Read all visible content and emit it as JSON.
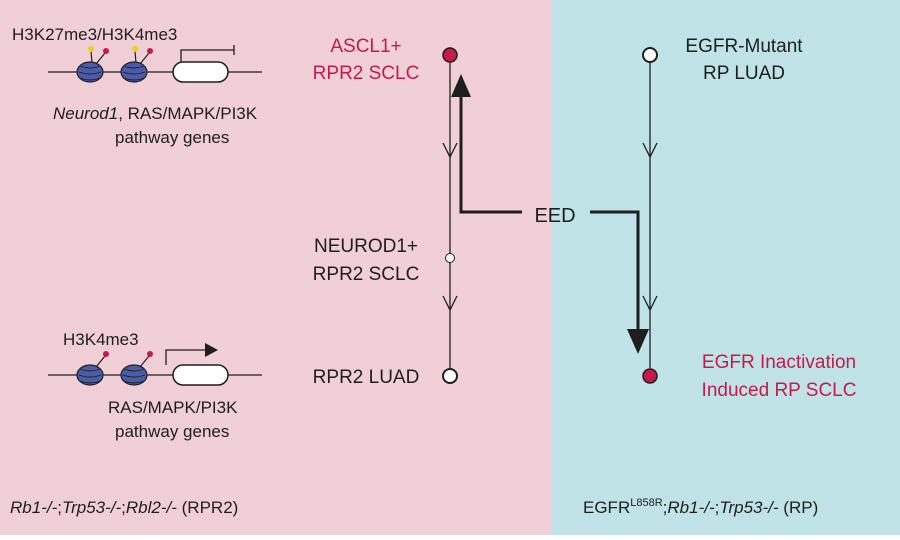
{
  "colors": {
    "left_panel": "#F0CFD6",
    "right_panel": "#BFE3E6",
    "accent_red": "#C8194B",
    "nucleosome": "#4A5BA8",
    "mark_yellow": "#E8D21C",
    "mark_red": "#C8194B",
    "line": "#1E1E1E"
  },
  "left": {
    "chromatin_top": {
      "marks_label": "H3K27me3/H3K4me3",
      "genes_label_italic": "Neurod1",
      "genes_label_rest": ", RAS/MAPK/PI3K",
      "genes_label_line2": "pathway genes"
    },
    "chromatin_bottom": {
      "marks_label": "H3K4me3",
      "genes_label_line1": "RAS/MAPK/PI3K",
      "genes_label_line2": "pathway genes"
    },
    "states": {
      "ascl1": {
        "line1": "ASCL1+",
        "line2": "RPR2 SCLC"
      },
      "neurod1": {
        "line1": "NEUROD1+",
        "line2": "RPR2 SCLC"
      },
      "luad": {
        "label": "RPR2 LUAD"
      }
    },
    "genotype": {
      "rb1": "Rb1-/-",
      "sep1": ";",
      "trp53": "Trp53-/-",
      "sep2": ";",
      "rbl2": "Rbl2-/-",
      "suffix": " (RPR2)"
    }
  },
  "center": {
    "eed_label": "EED"
  },
  "right": {
    "states": {
      "egfr_mutant": {
        "line1": "EGFR-Mutant",
        "line2": "RP LUAD"
      },
      "inactivation": {
        "line1": "EGFR Inactivation",
        "line2": "Induced RP SCLC"
      }
    },
    "genotype": {
      "egfr": "EGFR",
      "egfr_sup": "L858R",
      "sep1": ";",
      "rb1": "Rb1-/-",
      "sep2": ";",
      "trp53": "Trp53-/-",
      "suffix": " (RP)"
    }
  }
}
